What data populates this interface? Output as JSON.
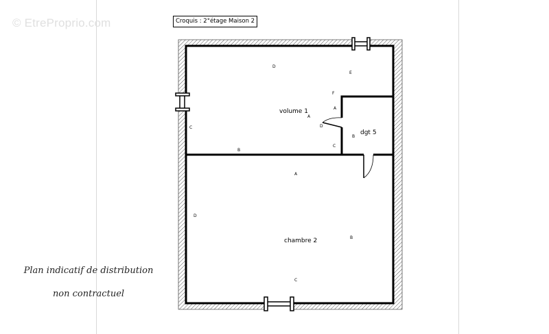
{
  "watermark": "© EtreProprio.com",
  "sketch_title": "Croquis : 2°étage Maison 2",
  "rooms": {
    "volume": "volume 1",
    "dgt": "dgt 5",
    "chambre": "chambre 2"
  },
  "wall_letters": {
    "v_top_d": "D",
    "v_top_e": "E",
    "v_f": "F",
    "v_a": "A",
    "v_a2": "A",
    "v_d": "D",
    "v_c_left": "C",
    "v_b": "B",
    "v_c_right": "C",
    "dgt_b": "B",
    "ch_a": "A",
    "ch_d": "D",
    "ch_b": "B",
    "ch_c": "C"
  },
  "disclaimer": {
    "line1": "Plan indicatif de distribution",
    "line2": "non contractuel"
  }
}
